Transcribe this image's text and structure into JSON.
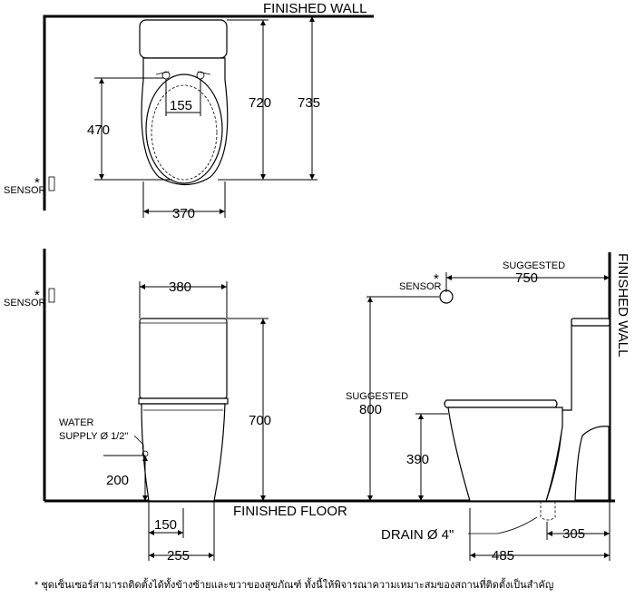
{
  "labels": {
    "finished_wall_top": "FINISHED WALL",
    "finished_wall_side": "FINISHED WALL",
    "finished_floor": "FINISHED FLOOR",
    "sensor": "SENSOR",
    "asterisk": "*",
    "water_supply_line1": "WATER",
    "water_supply_line2": "SUPPLY Ø 1/2\"",
    "suggested": "SUGGESTED",
    "drain": "DRAIN Ø 4\""
  },
  "top_view": {
    "dim_155": "155",
    "dim_470": "470",
    "dim_720": "720",
    "dim_735": "735",
    "dim_370": "370"
  },
  "front_view": {
    "dim_380": "380",
    "dim_700": "700",
    "dim_200": "200",
    "dim_150": "150",
    "dim_255": "255"
  },
  "side_view": {
    "dim_750": "750",
    "dim_800": "800",
    "dim_390": "390",
    "dim_305": "305",
    "dim_485": "485"
  },
  "footnote": "* ชุดเซ็นเซอร์สามารถติดตั้งได้ทั้งข้างซ้ายและขวาของสุขภัณฑ์ ทั้งนี้ให้พิจารณาความเหมาะสมของสถานที่ติดตั้งเป็นสำคัญ"
}
